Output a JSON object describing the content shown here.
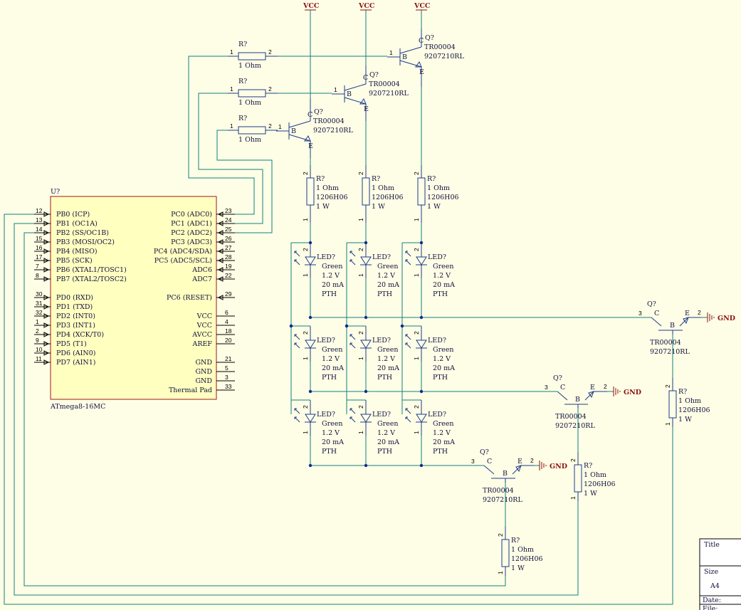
{
  "power": {
    "vcc_label": "VCC",
    "gnd_label": "GND"
  },
  "resistor": {
    "ref": "R?",
    "value": "1 Ohm",
    "footprint": "1206H06",
    "power": "1 W",
    "pin1": "1",
    "pin2": "2"
  },
  "transistor": {
    "ref": "Q?",
    "part": "TR00004",
    "code": "9207210RL",
    "b": "B",
    "c": "C",
    "e": "E",
    "pin1": "1",
    "pin2": "2",
    "pin3": "3"
  },
  "led": {
    "ref": "LED?",
    "color": "Green",
    "voltage": "1.2 V",
    "current": "20 mA",
    "package": "PTH",
    "pin1": "1",
    "pin2": "2"
  },
  "ic": {
    "ref": "U?",
    "part": "ATmega8-16MC",
    "left_pins": [
      {
        "num": "12",
        "name": "PB0 (ICP)"
      },
      {
        "num": "13",
        "name": "PB1 (OC1A)"
      },
      {
        "num": "14",
        "name": "PB2 (SS/OC1B)"
      },
      {
        "num": "15",
        "name": "PB3 (MOSI/OC2)"
      },
      {
        "num": "16",
        "name": "PB4 (MISO)"
      },
      {
        "num": "17",
        "name": "PB5 (SCK)"
      },
      {
        "num": "7",
        "name": "PB6 (XTAL1/TOSC1)"
      },
      {
        "num": "8",
        "name": "PB7 (XTAL2/TOSC2)"
      },
      {
        "num": "30",
        "name": "PD0 (RXD)"
      },
      {
        "num": "31",
        "name": "PD1 (TXD)"
      },
      {
        "num": "32",
        "name": "PD2 (INT0)"
      },
      {
        "num": "1",
        "name": "PD3 (INT1)"
      },
      {
        "num": "2",
        "name": "PD4 (XCK/T0)"
      },
      {
        "num": "9",
        "name": "PD5 (T1)"
      },
      {
        "num": "10",
        "name": "PD6 (AIN0)"
      },
      {
        "num": "11",
        "name": "PD7 (AIN1)"
      }
    ],
    "right_pins": [
      {
        "num": "23",
        "name": "PC0 (ADC0)"
      },
      {
        "num": "24",
        "name": "PC1 (ADC1)"
      },
      {
        "num": "25",
        "name": "PC2 (ADC2)"
      },
      {
        "num": "26",
        "name": "PC3 (ADC3)"
      },
      {
        "num": "27",
        "name": "PC4 (ADC4/SDA)"
      },
      {
        "num": "28",
        "name": "PC5 (ADC5/SCL)"
      },
      {
        "num": "19",
        "name": "ADC6"
      },
      {
        "num": "22",
        "name": "ADC7"
      },
      {
        "num": "29",
        "name": "PC6 (RESET)"
      },
      {
        "num": "6",
        "name": "VCC"
      },
      {
        "num": "4",
        "name": "VCC"
      },
      {
        "num": "18",
        "name": "AVCC"
      },
      {
        "num": "20",
        "name": "AREF"
      },
      {
        "num": "21",
        "name": "GND"
      },
      {
        "num": "5",
        "name": "GND"
      },
      {
        "num": "3",
        "name": "GND"
      },
      {
        "num": "33",
        "name": "Thermal Pad"
      }
    ]
  },
  "title_block": {
    "title_label": "Title",
    "size_label": "Size",
    "size_value": "A4",
    "date_label": "Date:",
    "file_label": "File:"
  }
}
